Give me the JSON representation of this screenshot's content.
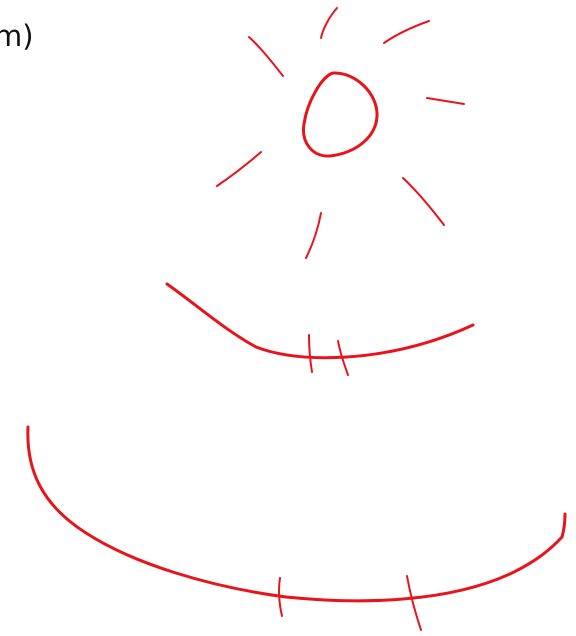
{
  "canvas": {
    "background_color": "#ffffff",
    "ink_color": "#e8141c",
    "text_color": "#111111"
  },
  "partial_label": {
    "text": "m)"
  },
  "drawing": {
    "elements": [
      "sun-circle",
      "sun-rays",
      "upper-arc",
      "upper-ticks",
      "lower-arc",
      "lower-ticks"
    ]
  }
}
